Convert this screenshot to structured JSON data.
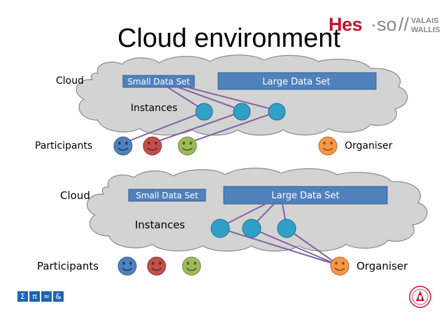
{
  "title": "Cloud environment",
  "logo": {
    "hes": "Hes",
    "dot": "·",
    "so": "so",
    "slashes": "//",
    "line1": "VALAIS",
    "line2": "WALLIS"
  },
  "top_scenario": {
    "cloud_label": "Cloud",
    "small_data_set": "Small Data Set",
    "large_data_set": "Large Data Set",
    "instances_label": "Instances",
    "participants_label": "Participants",
    "organiser_label": "Organiser"
  },
  "bottom_scenario": {
    "cloud_label": "Cloud",
    "small_data_set": "Small Data Set",
    "large_data_set": "Large Data Set",
    "instances_label": "Instances",
    "participants_label": "Participants",
    "organiser_label": "Organiser"
  },
  "colors": {
    "cloud_fill": "#d3d3d3",
    "cloud_stroke": "#8a8a8a",
    "box_fill": "#4f81bd",
    "box_stroke": "#385d8a",
    "instance_fill": "#31a0c8",
    "connector": "#8064a2",
    "face_blue": "#4f81bd",
    "face_red": "#c0504d",
    "face_green": "#9bbb59",
    "face_orange": "#f79646"
  },
  "footer_icons": [
    "Σ",
    "π",
    "≈",
    "&"
  ]
}
